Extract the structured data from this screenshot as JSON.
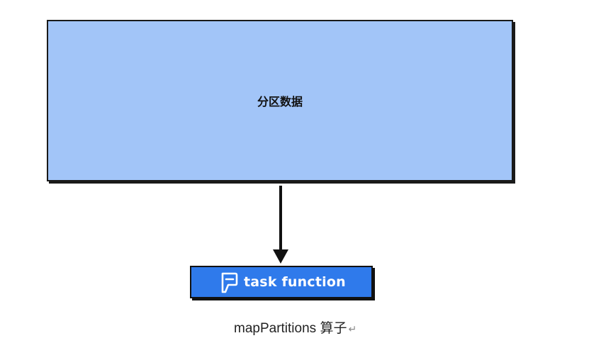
{
  "diagram": {
    "partition_label": "分区数据",
    "task_label": "task function",
    "task_icon": "foursquare-f-icon",
    "caption": "mapPartitions 算子",
    "caption_mark": "↵",
    "colors": {
      "partition_fill": "#a2c5f8",
      "task_fill": "#2f7aeb",
      "stroke": "#111111",
      "task_text": "#ffffff"
    }
  }
}
